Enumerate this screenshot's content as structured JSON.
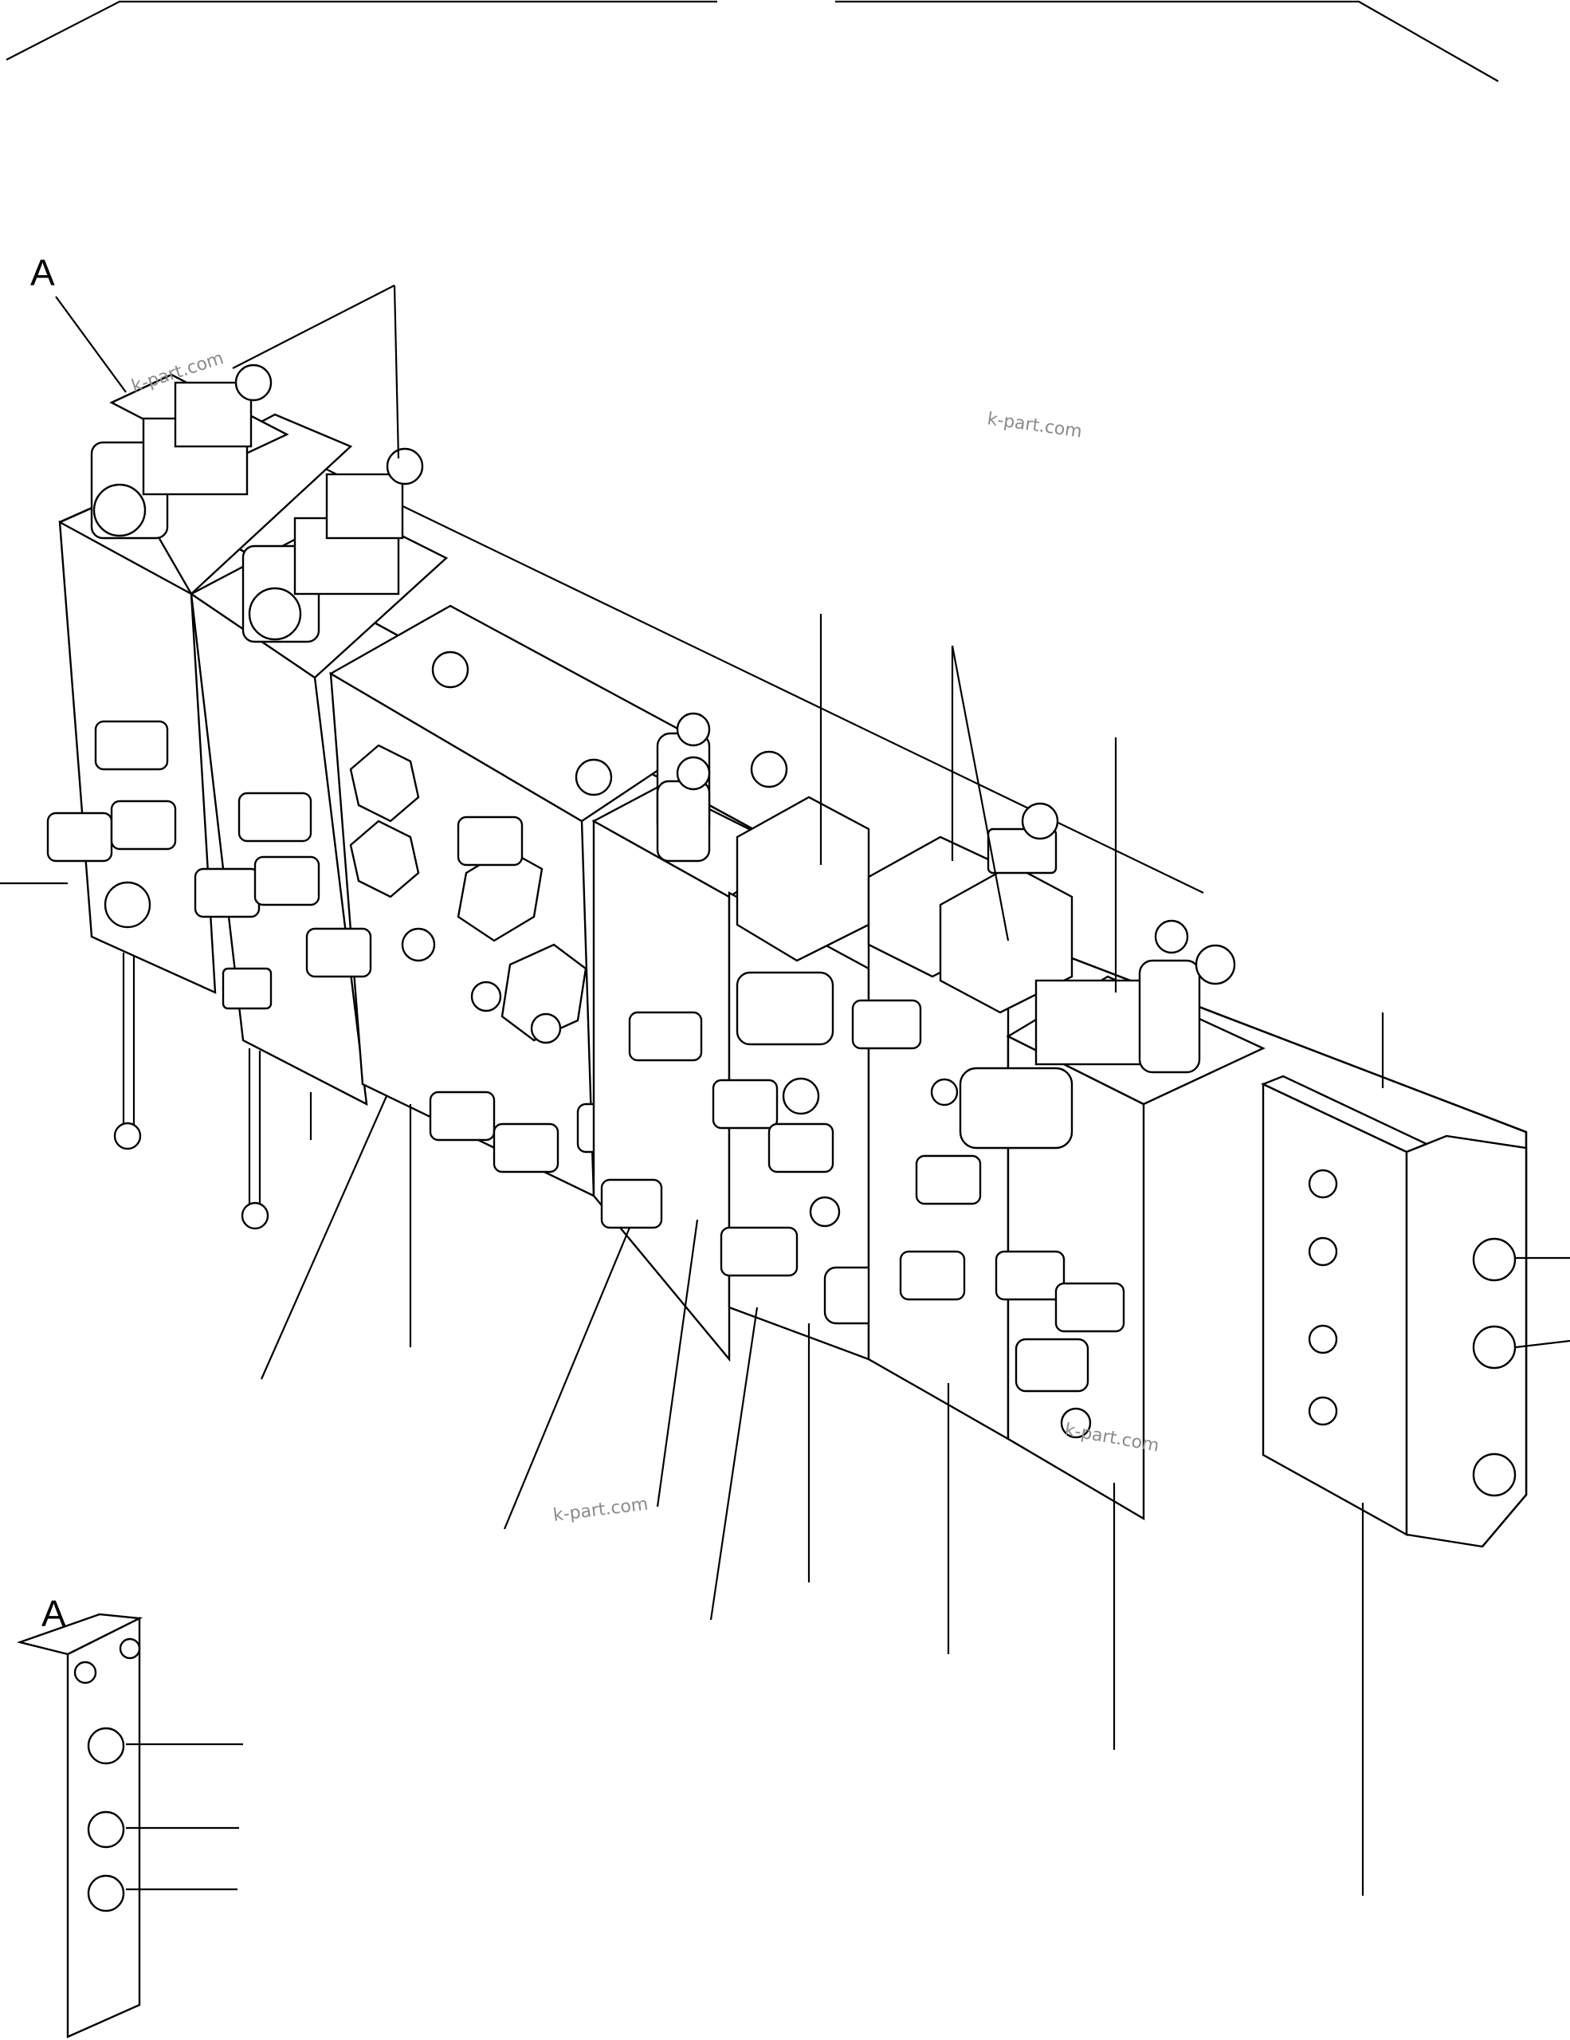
{
  "view_labels": {
    "main": "A",
    "detail": "A"
  },
  "watermarks": [
    "k-part.com",
    "k-part.com",
    "k-part.com",
    "k-part.com"
  ],
  "colors": {
    "ink": "#000000",
    "paper": "#ffffff",
    "watermark": "#8a8a8a"
  }
}
